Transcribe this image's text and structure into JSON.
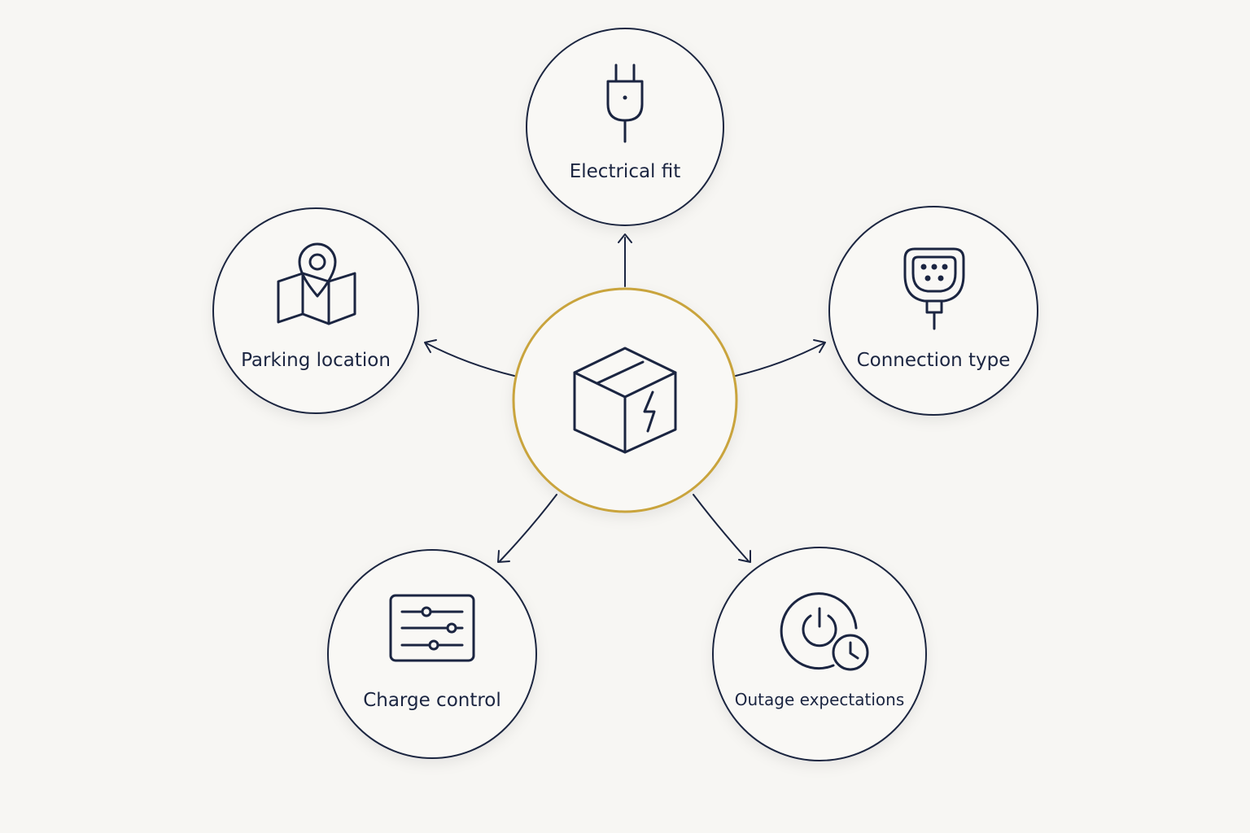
{
  "diagram": {
    "hub": {
      "icon": "charging-box-icon"
    },
    "nodes": [
      {
        "id": "electrical-fit",
        "label": "Electrical fit",
        "icon": "plug-icon"
      },
      {
        "id": "connection-type",
        "label": "Connection type",
        "icon": "ev-connector-icon"
      },
      {
        "id": "outage-expectations",
        "label": "Outage expectations",
        "icon": "power-clock-icon"
      },
      {
        "id": "charge-control",
        "label": "Charge control",
        "icon": "sliders-icon"
      },
      {
        "id": "parking-location",
        "label": "Parking location",
        "icon": "map-pin-icon"
      }
    ],
    "colors": {
      "background": "#f7f6f3",
      "ink": "#1b2541",
      "hub_accent": "#c9a43e"
    }
  }
}
